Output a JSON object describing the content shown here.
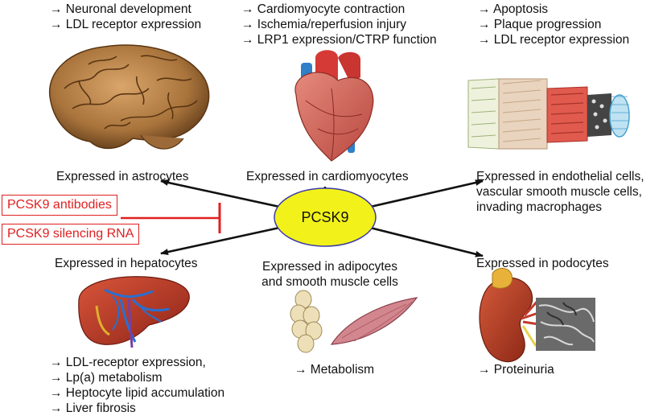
{
  "center": {
    "label": "PCSK9",
    "fill": "#f2f21a"
  },
  "inhibitors": [
    "PCSK9 antibodies",
    "PCSK9 silencing RNA"
  ],
  "colors": {
    "inhibitor_red": "#e02020",
    "arrow": "#111111"
  },
  "brain": {
    "effects": [
      "→ Neuronal development",
      "→ LDL receptor expression"
    ],
    "expression": "Expressed in astrocytes",
    "icon": "brain-image"
  },
  "heart": {
    "effects": [
      "→ Cardiomyocyte contraction",
      "→ Ischemia/reperfusion injury",
      "→ LRP1 expression/CTRP function"
    ],
    "expression": "Expressed in cardiomyocytes",
    "icon": "heart-image"
  },
  "vessel": {
    "effects": [
      "→ Apoptosis",
      "→ Plaque progression",
      "→ LDL receptor expression"
    ],
    "expression": [
      "Expressed in endothelial cells,",
      "vascular smooth muscle cells,",
      "invading macrophages"
    ],
    "icon": "blood-vessel-image"
  },
  "liver": {
    "expression": "Expressed in hepatocytes",
    "effects": [
      "→ LDL-receptor expression,",
      "→ Lp(a) metabolism",
      "→ Heptocyte lipid accumulation",
      "→ Liver fibrosis"
    ],
    "icon": "liver-image"
  },
  "adipose": {
    "expression": [
      "Expressed in adipocytes",
      "and smooth muscle cells"
    ],
    "effects": [
      "→ Metabolism"
    ],
    "icon": "adipocytes-muscle-image"
  },
  "kidney": {
    "expression": "Expressed in podocytes",
    "effects": [
      "→ Proteinuria"
    ],
    "icon": "kidney-image"
  }
}
